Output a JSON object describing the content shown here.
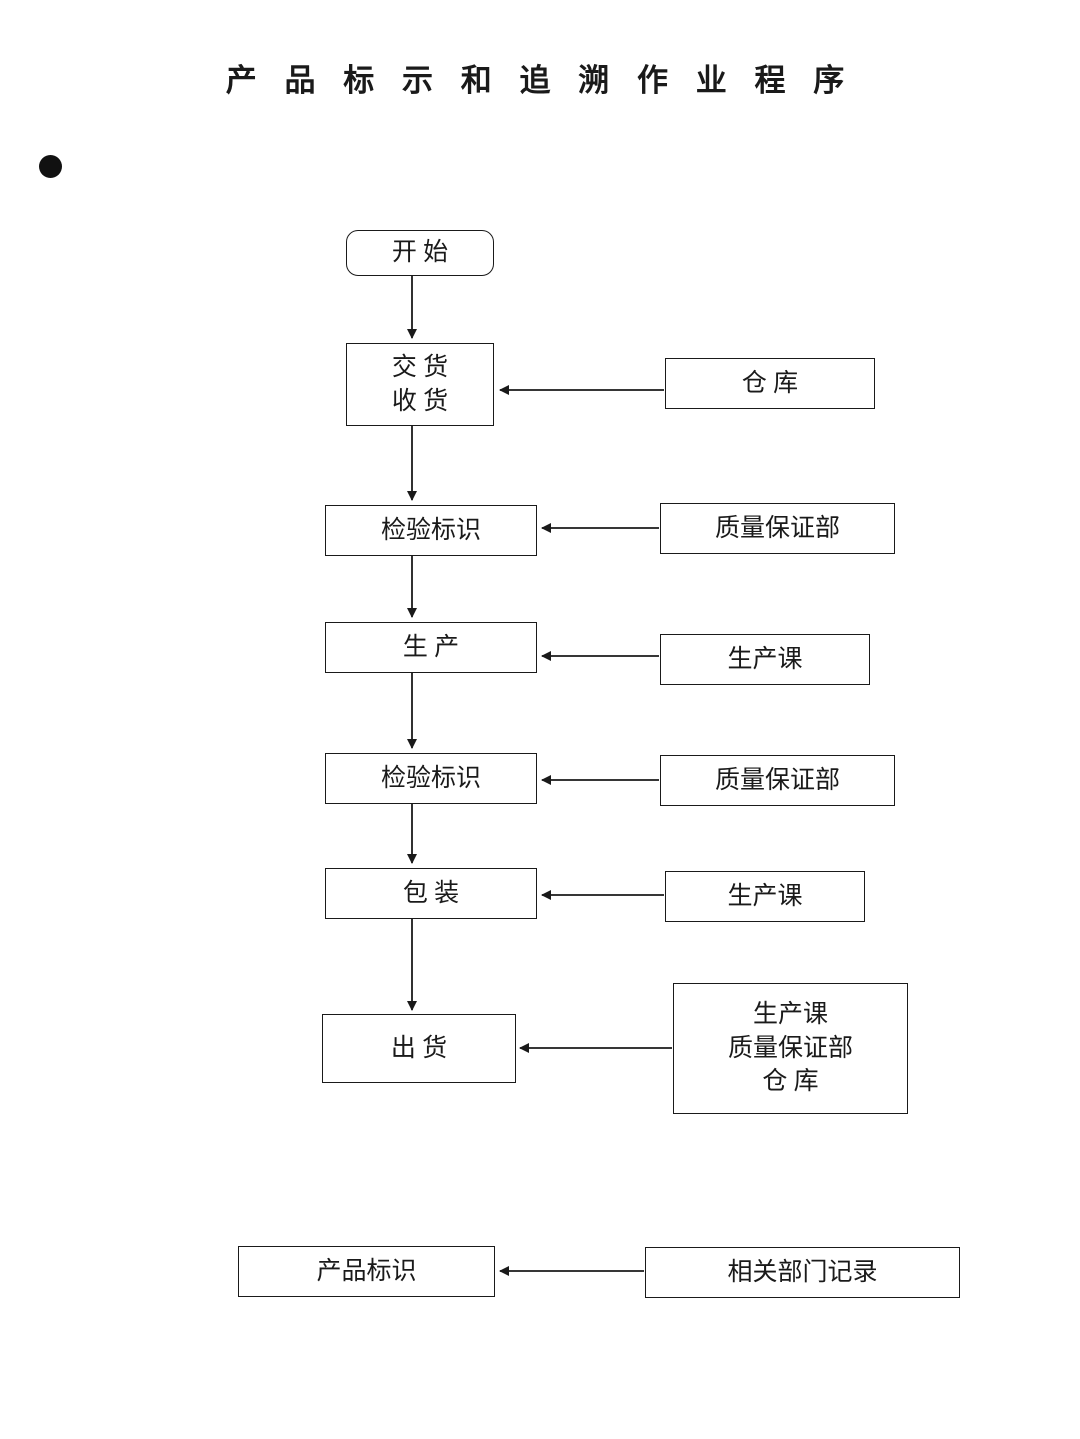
{
  "title": "产 品 标 示 和 追 溯 作 业 程 序",
  "flow": {
    "start": "开 始",
    "delivery_line1": "交 货",
    "delivery_line2": "收 货",
    "inspection1": "检验标识",
    "production": "生   产",
    "inspection2": "检验标识",
    "packaging": "包 装",
    "shipping": "出 货",
    "product_id": "产品标识"
  },
  "departments": {
    "warehouse": "仓  库",
    "qa1": "质量保证部",
    "production_section1": "生产课",
    "qa2": "质量保证部",
    "production_section2": "生产课",
    "shipping_depts_line1": "生产课",
    "shipping_depts_line2": "质量保证部",
    "shipping_depts_line3": "仓  库",
    "records": "相关部门记录"
  },
  "colors": {
    "line": "#1a1a1a",
    "background": "#ffffff"
  }
}
